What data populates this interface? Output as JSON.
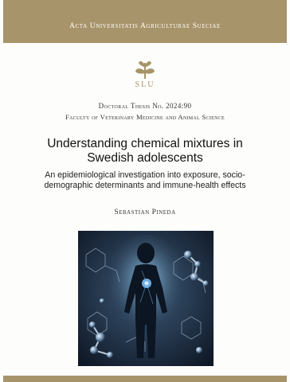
{
  "header": {
    "series": "Acta Universitatis Agriculturae Sueciae",
    "logo_text": "SLU"
  },
  "thesis": {
    "number": "Doctoral Thesis No. 2024:90",
    "faculty": "Faculty of Veterinary Medicine and Animal Science",
    "title": "Understanding chemical mixtures in Swedish adolescents",
    "subtitle": "An epidemiological investigation into exposure, socio-demographic determinants and immune-health effects",
    "author": "Sebastian Pineda"
  },
  "colors": {
    "band": "#a8946a",
    "image_bg": "#1b2a3c",
    "figure_glow": "#7fc6ff"
  }
}
